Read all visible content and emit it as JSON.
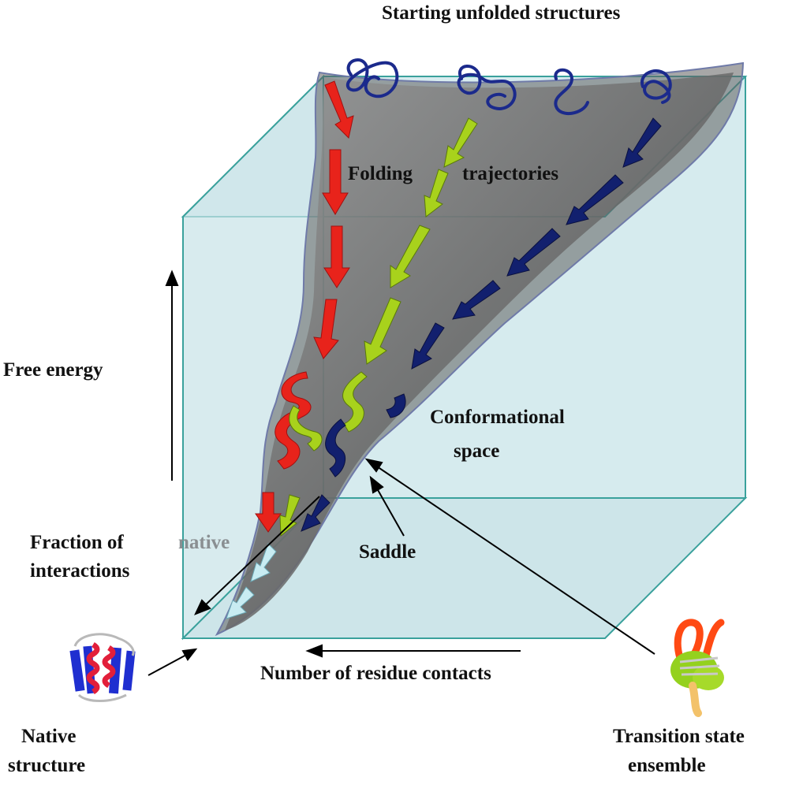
{
  "labels": {
    "top_title": "Starting unfolded structures",
    "folding": "Folding",
    "trajectories": "trajectories",
    "free_energy": "Free energy",
    "conformational_line1": "Conformational",
    "conformational_line2": "space",
    "fraction_line1": "Fraction  of",
    "fraction_native": "native",
    "fraction_line2": "interactions",
    "saddle": "Saddle",
    "residue_contacts": "Number of residue contacts",
    "native_line1": "Native",
    "native_line2": "structure",
    "transition_line1": "Transition state",
    "transition_line2": "ensemble"
  },
  "colors": {
    "cube_fill": "#cfe6ea",
    "cube_edge": "#3aa19c",
    "funnel": "#6f6f6f",
    "trajectory_red": "#e8231b",
    "trajectory_green": "#a8d21c",
    "trajectory_navy": "#12206e",
    "trajectory_lightblue": "#c8ecf2",
    "coil_blue": "#1b2a8c"
  }
}
